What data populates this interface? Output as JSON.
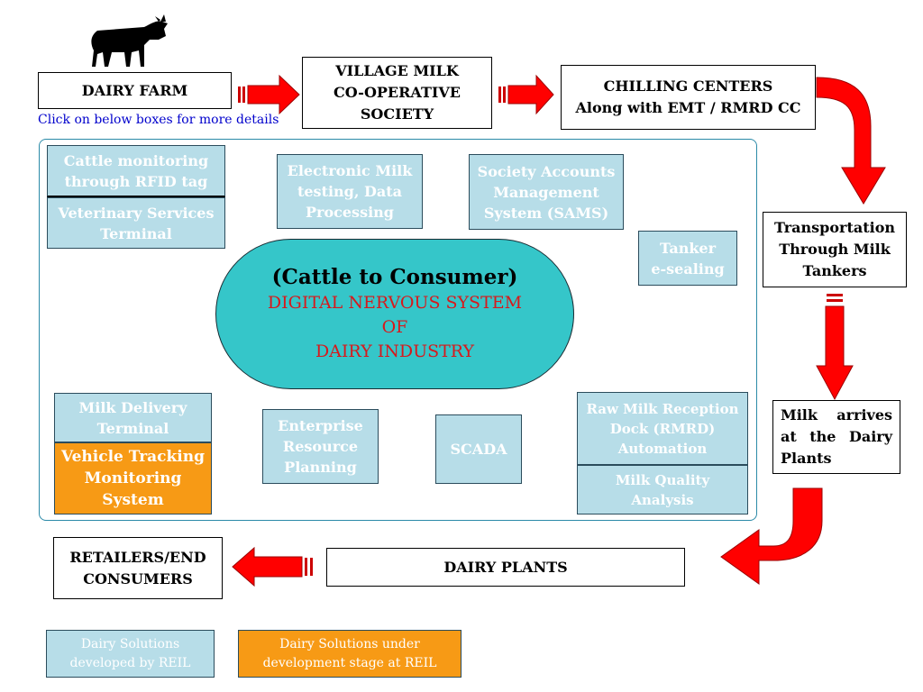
{
  "colors": {
    "teal_box": "#b7dde8",
    "orange_box": "#f79a15",
    "oval_fill": "#35c6c9",
    "arrow_red": "#ff0000",
    "red_text": "#d7191c",
    "hint_blue": "#0000cc"
  },
  "icons": {
    "cow": "cow-icon"
  },
  "top_flow": {
    "dairy_farm": "DAIRY FARM",
    "village_society": "VILLAGE MILK\nCO-OPERATIVE\nSOCIETY",
    "chilling_centers": "CHILLING CENTERS\nAlong with EMT / RMRD CC"
  },
  "hint": "Click on below boxes for more details",
  "right_flow": {
    "transportation": "Transportation\nThrough Milk\nTankers",
    "milk_arrives": "Milk arrives at the Dairy Plants"
  },
  "bottom_flow": {
    "dairy_plants": "DAIRY PLANTS",
    "retailers": "RETAILERS/END\nCONSUMERS"
  },
  "solutions": {
    "cattle_monitoring": "Cattle monitoring\nthrough RFID tag",
    "veterinary": "Veterinary Services\nTerminal",
    "emt": "Electronic Milk\ntesting, Data\nProcessing",
    "sams": "Society Accounts\nManagement\nSystem (SAMS)",
    "tanker": "Tanker\ne-sealing",
    "rmrd": "Raw Milk Reception\nDock (RMRD)\nAutomation",
    "quality": "Milk Quality\nAnalysis",
    "scada": "SCADA",
    "erp": "Enterprise\nResource\nPlanning",
    "milk_delivery": "Milk Delivery\nTerminal",
    "vehicle_tracking": "Vehicle Tracking\nMonitoring\nSystem"
  },
  "center": {
    "title": "(Cattle to Consumer)",
    "subtitle": "DIGITAL NERVOUS SYSTEM\nOF\nDAIRY INDUSTRY"
  },
  "legend": {
    "developed": "Dairy Solutions\ndeveloped by REIL",
    "under_development": "Dairy Solutions under\ndevelopment stage at REIL"
  }
}
